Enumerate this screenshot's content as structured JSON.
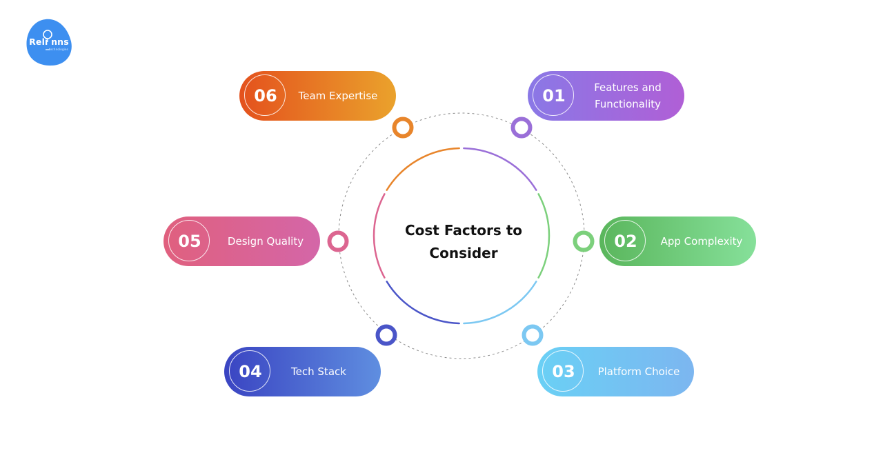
{
  "logo": {
    "name": "Reli nns",
    "tagline": "technologies",
    "color": "#3d8ff0"
  },
  "diagram": {
    "title_line1": "Cost Factors to",
    "title_line2": "Consider",
    "items": [
      {
        "number": "01",
        "label_line1": "Features and",
        "label_line2": "Functionality",
        "color_from": "#8a78e6",
        "color_to": "#b05fd6"
      },
      {
        "number": "02",
        "label_line1": "App Complexity",
        "label_line2": "",
        "color_from": "#5ab65c",
        "color_to": "#86e09a"
      },
      {
        "number": "03",
        "label_line1": "Platform Choice",
        "label_line2": "",
        "color_from": "#6ad0f5",
        "color_to": "#7cb6f0"
      },
      {
        "number": "04",
        "label_line1": "Tech Stack",
        "label_line2": "",
        "color_from": "#3a44c2",
        "color_to": "#5f8ee0"
      },
      {
        "number": "05",
        "label_line1": "Design Quality",
        "label_line2": "",
        "color_from": "#e0607e",
        "color_to": "#d466a8"
      },
      {
        "number": "06",
        "label_line1": "Team Expertise",
        "label_line2": "",
        "color_from": "#e4511d",
        "color_to": "#eaa22c"
      }
    ],
    "ring_colors": [
      "#9a6fd8",
      "#7cd07c",
      "#7cc8f2",
      "#4a55c8",
      "#dc6590",
      "#e8852b"
    ],
    "dotted_circle_color": "#8a8a8a"
  }
}
